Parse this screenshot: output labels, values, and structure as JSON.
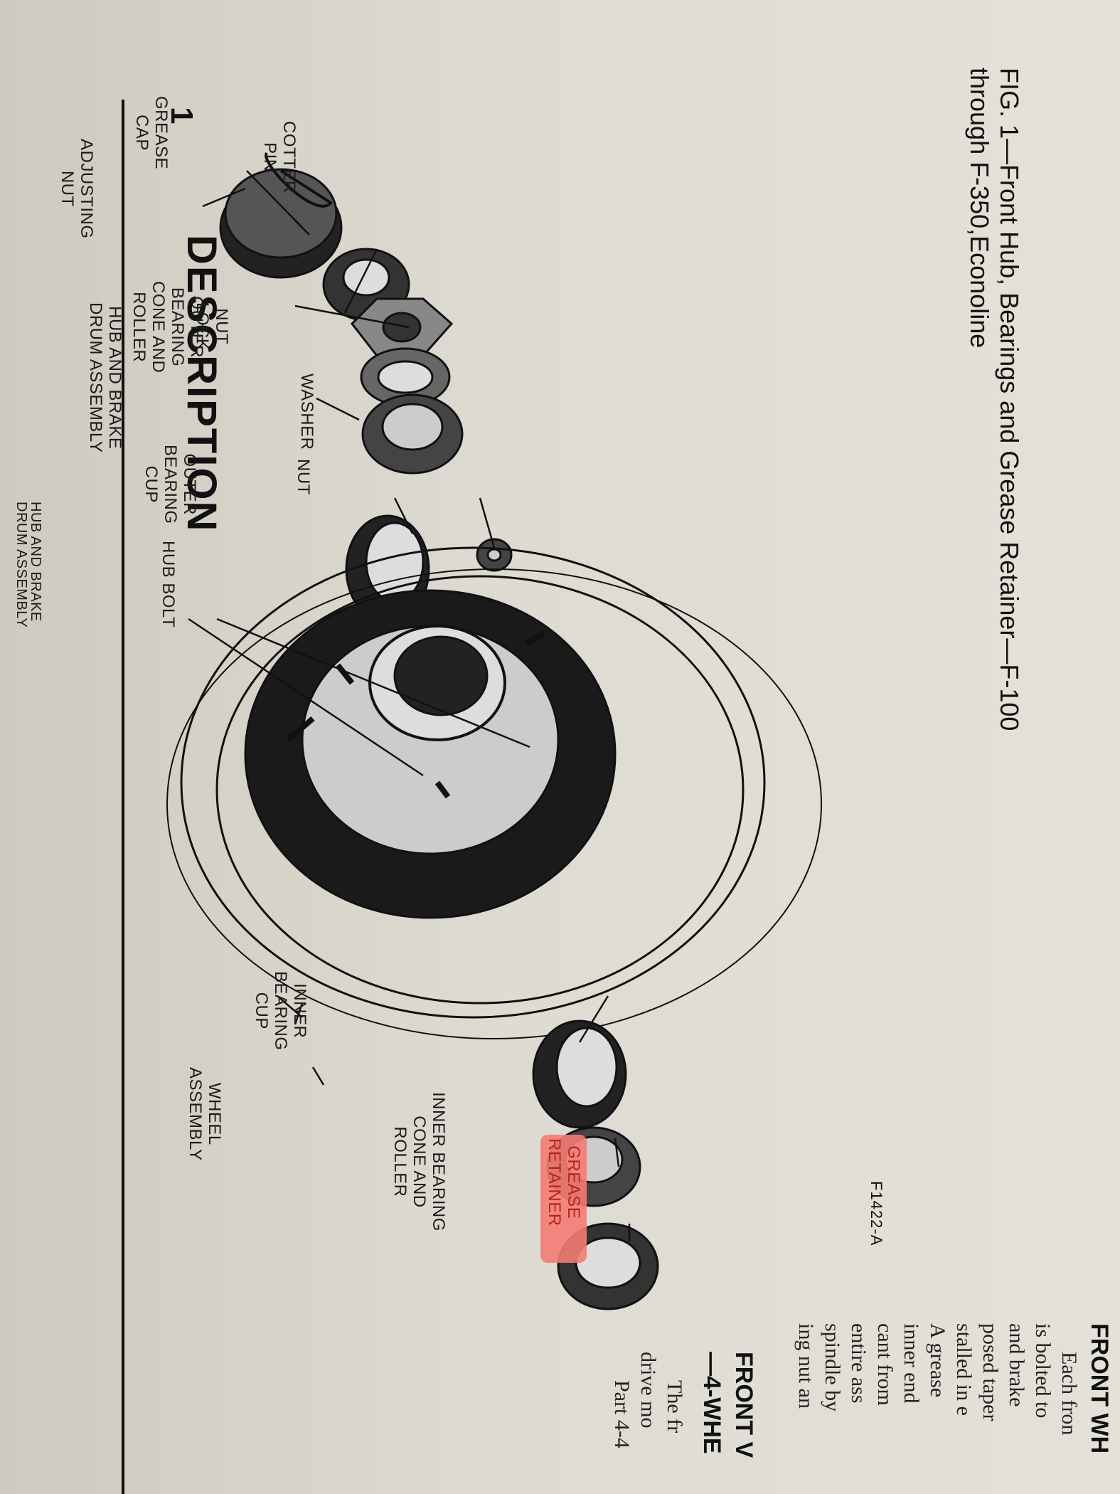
{
  "header": {
    "section_number": "1",
    "section_title": "DESCRIPTION"
  },
  "figure": {
    "caption_line1": "FIG. 1—Front Hub, Bearings and Grease Retainer—F-100",
    "caption_line2": "through F-350,Econoline",
    "figure_id": "F1422-A",
    "labels": {
      "grease_cap": [
        "GREASE",
        "CAP"
      ],
      "cotter_pin": [
        "COTTER",
        "PIN"
      ],
      "adjusting_nut": [
        "ADJUSTING",
        "NUT"
      ],
      "nut_lock": [
        "NUT",
        "LOCK"
      ],
      "washer": [
        "WASHER"
      ],
      "outer_bearing_cone": [
        "OUTER",
        "BEARING",
        "CONE AND",
        "ROLLER"
      ],
      "hub_brake_drum_top": [
        "HUB AND BRAKE",
        "DRUM ASSEMBLY"
      ],
      "outer_bearing_cup": [
        "OUTER",
        "BEARING",
        "CUP"
      ],
      "nut": [
        "NUT"
      ],
      "hub_bolt": [
        "HUB BOLT"
      ],
      "hub_brake_drum_bottom": [
        "HUB AND BRAKE",
        "DRUM ASSEMBLY"
      ],
      "inner_bearing_cup": [
        "INNER",
        "BEARING",
        "CUP"
      ],
      "wheel_assembly": [
        "WHEEL",
        "ASSEMBLY"
      ],
      "inner_bearing_cone": [
        "INNER BEARING",
        "CONE AND",
        "ROLLER"
      ],
      "grease_retainer": [
        "GREASE",
        "RETAINER"
      ]
    },
    "highlight_color": "#f47c74"
  },
  "right_column": {
    "heading1": "FRONT WH",
    "lines": [
      "Each fron",
      "is bolted to",
      "and brake",
      "posed taper",
      "stalled in e",
      "A grease",
      "inner end",
      "cant from",
      "entire ass",
      "spindle by",
      "ing nut an"
    ],
    "heading2": "FRONT V",
    "heading3": "—4-WHE",
    "lines2": [
      "The fr",
      "drive mo",
      "Part 4-4"
    ]
  },
  "colors": {
    "ink": "#111111",
    "paper": "#e3e1d8"
  }
}
